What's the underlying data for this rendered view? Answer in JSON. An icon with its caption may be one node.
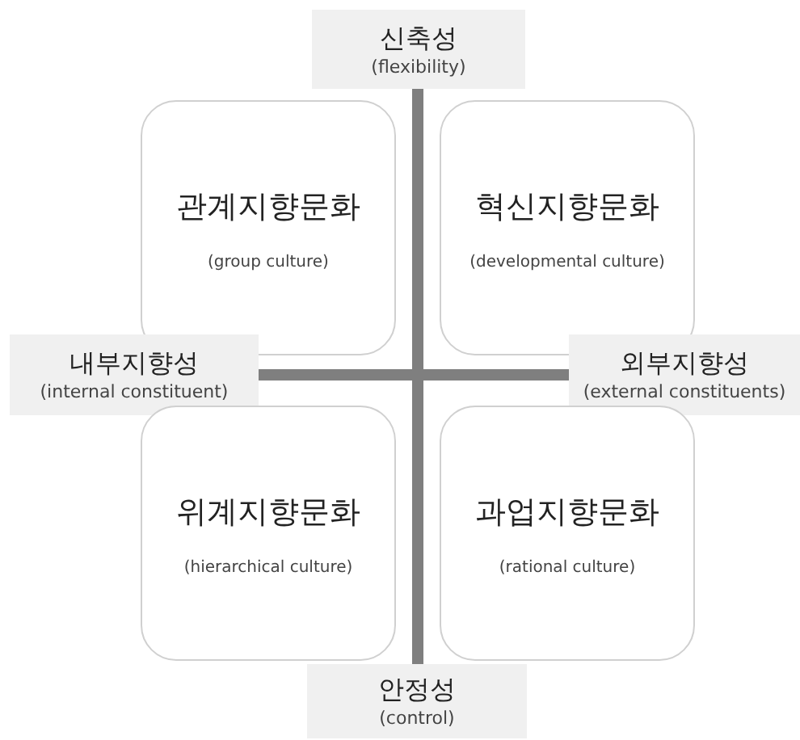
{
  "diagram": {
    "nodes": [
      {
        "text": [
          "신축성",
          "(flexibility)"
        ]
      },
      {
        "text": [
          "관계지향문화",
          "(group culture)"
        ]
      },
      {
        "text": [
          "혁신지향문화",
          "(developmental culture)"
        ]
      },
      {
        "text": [
          "내부지향성",
          "(internal constituent)"
        ]
      },
      {
        "text": [
          "외부지향성",
          "(external constituents)"
        ]
      },
      {
        "text": [
          "위계지향문화",
          "(hierarchical culture)"
        ]
      },
      {
        "text": [
          "과업지향문화",
          "(rational culture)"
        ]
      },
      {
        "text": [
          "안정성",
          "(control)"
        ]
      }
    ],
    "edges": [
      {
        "from": 0,
        "to": 7,
        "arrow": "none"
      },
      {
        "from": 3,
        "to": 4,
        "arrow": "none"
      }
    ]
  }
}
